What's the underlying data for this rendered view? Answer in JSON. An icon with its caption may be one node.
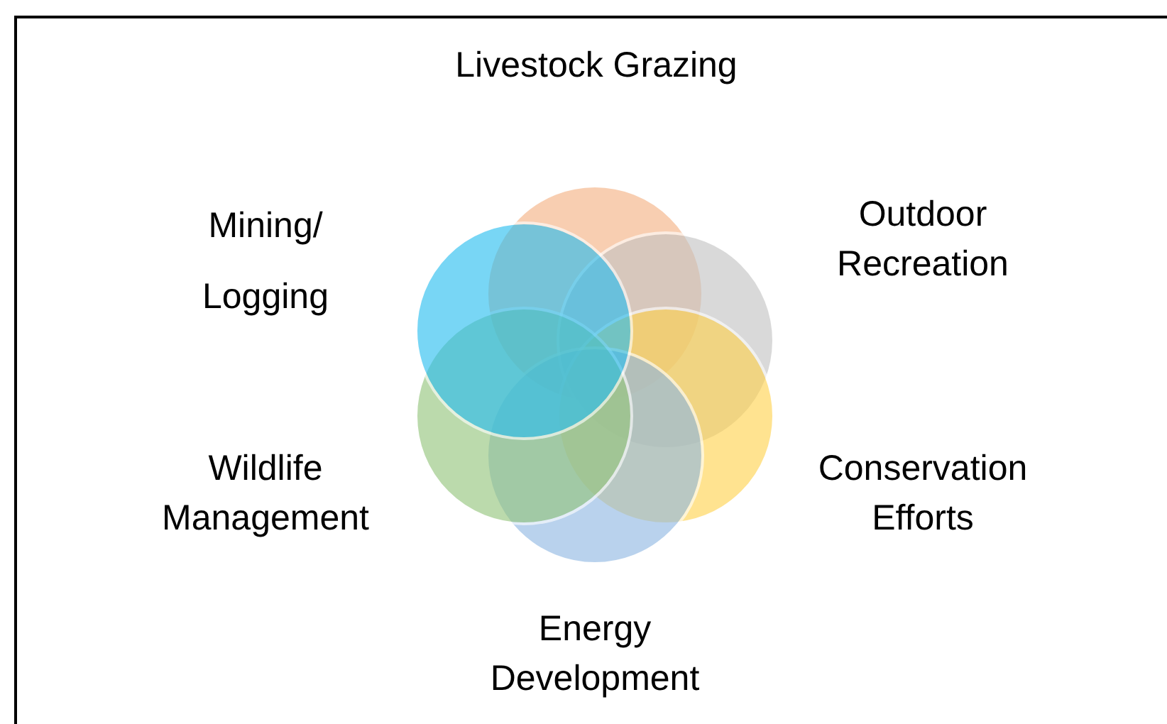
{
  "diagram": {
    "nodes": [
      {
        "text": [
          "Livestock Grazing"
        ]
      },
      {
        "text": [
          "Outdoor Recreation"
        ]
      },
      {
        "text": [
          "Conservation Efforts"
        ]
      },
      {
        "text": [
          "Energy Development"
        ]
      },
      {
        "text": [
          "Wildlife Management"
        ]
      },
      {
        "text": [
          "Mining/ Logging"
        ]
      }
    ],
    "edges": []
  }
}
